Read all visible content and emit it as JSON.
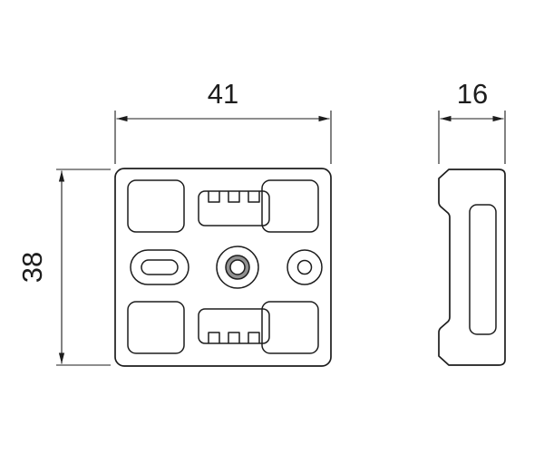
{
  "drawing": {
    "description": "Two-view dimensioned technical drawing of a square mounting plate with center bore, oval slot, round hole and serrated slots",
    "colors": {
      "background": "#ffffff",
      "line": "#1d1d1d",
      "bore_ring": "#909090"
    },
    "views": {
      "front": "front-view",
      "side": "side-profile-view"
    },
    "dimensions": {
      "width": {
        "label": "41",
        "orientation": "horizontal",
        "applies_to": "front-view-width"
      },
      "height": {
        "label": "38",
        "orientation": "vertical",
        "applies_to": "front-view-height"
      },
      "depth": {
        "label": "16",
        "orientation": "horizontal",
        "applies_to": "side-view-depth"
      }
    }
  }
}
